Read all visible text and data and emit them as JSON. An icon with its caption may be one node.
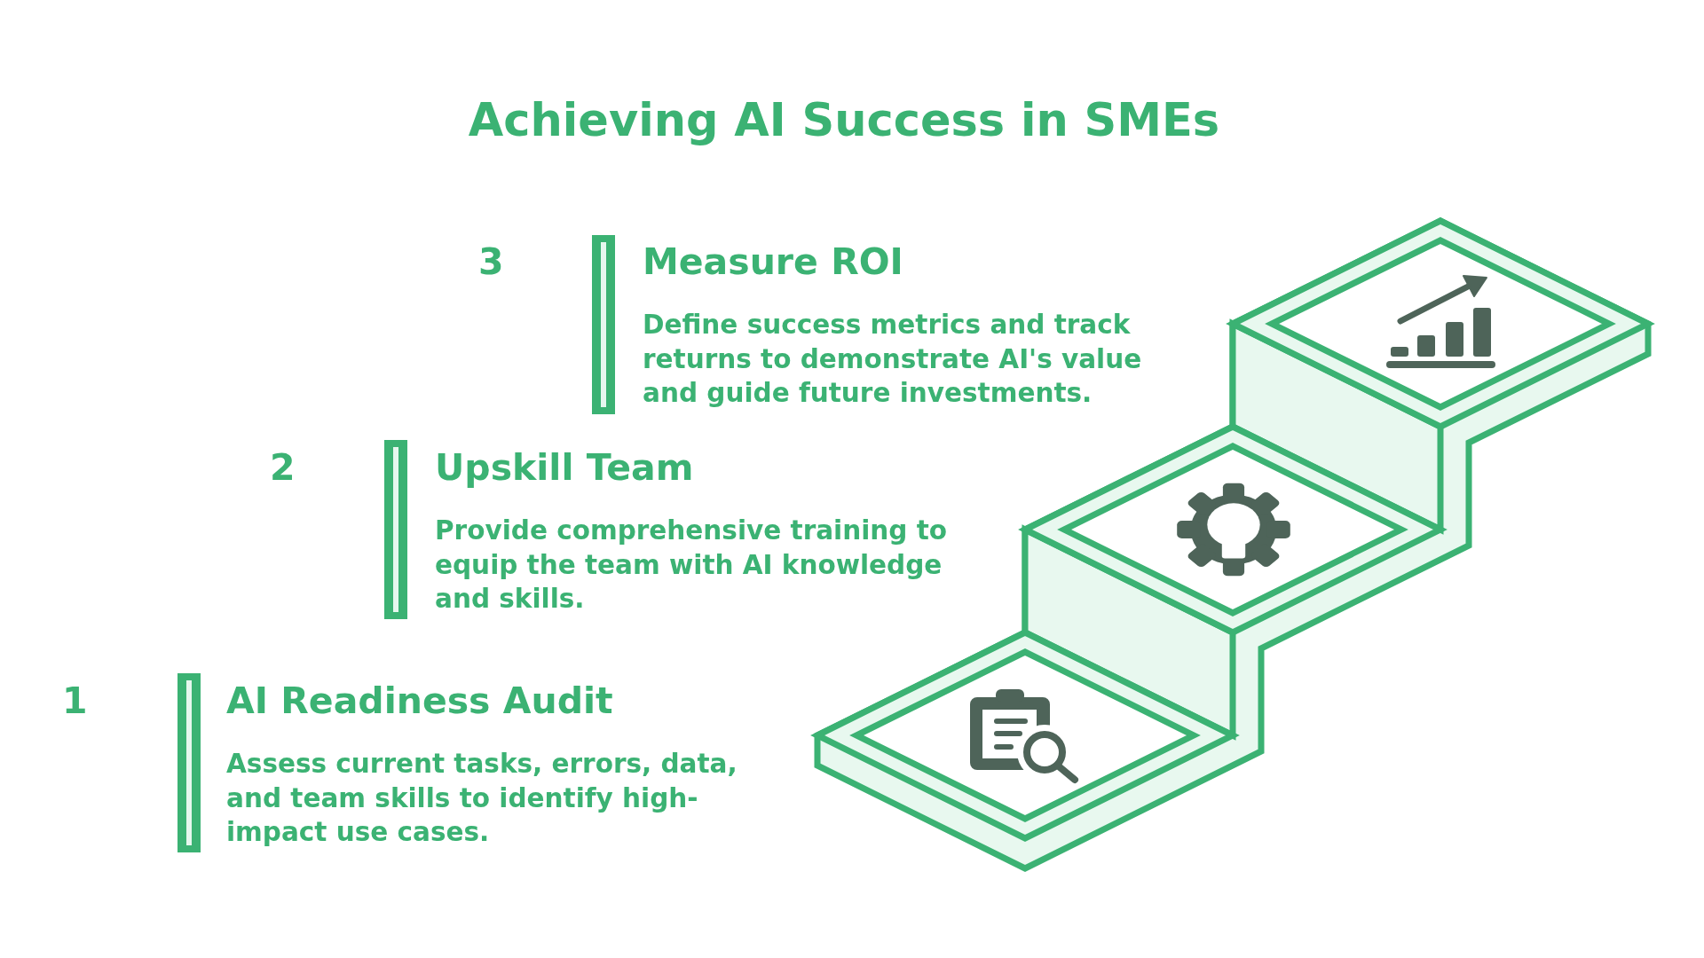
{
  "diagram": {
    "title": "Achieving AI Success in SMEs",
    "labels": [
      "3",
      "Measure ROI",
      "Define success metrics and track returns to demonstrate AI's value and guide future investments.",
      "2",
      "Upskill Team",
      "Provide comprehensive training to equip the team with AI knowledge and skills.",
      "1",
      "AI Readiness Audit",
      "Assess current tasks, errors, data, and team skills to identify high-impact use cases."
    ]
  }
}
